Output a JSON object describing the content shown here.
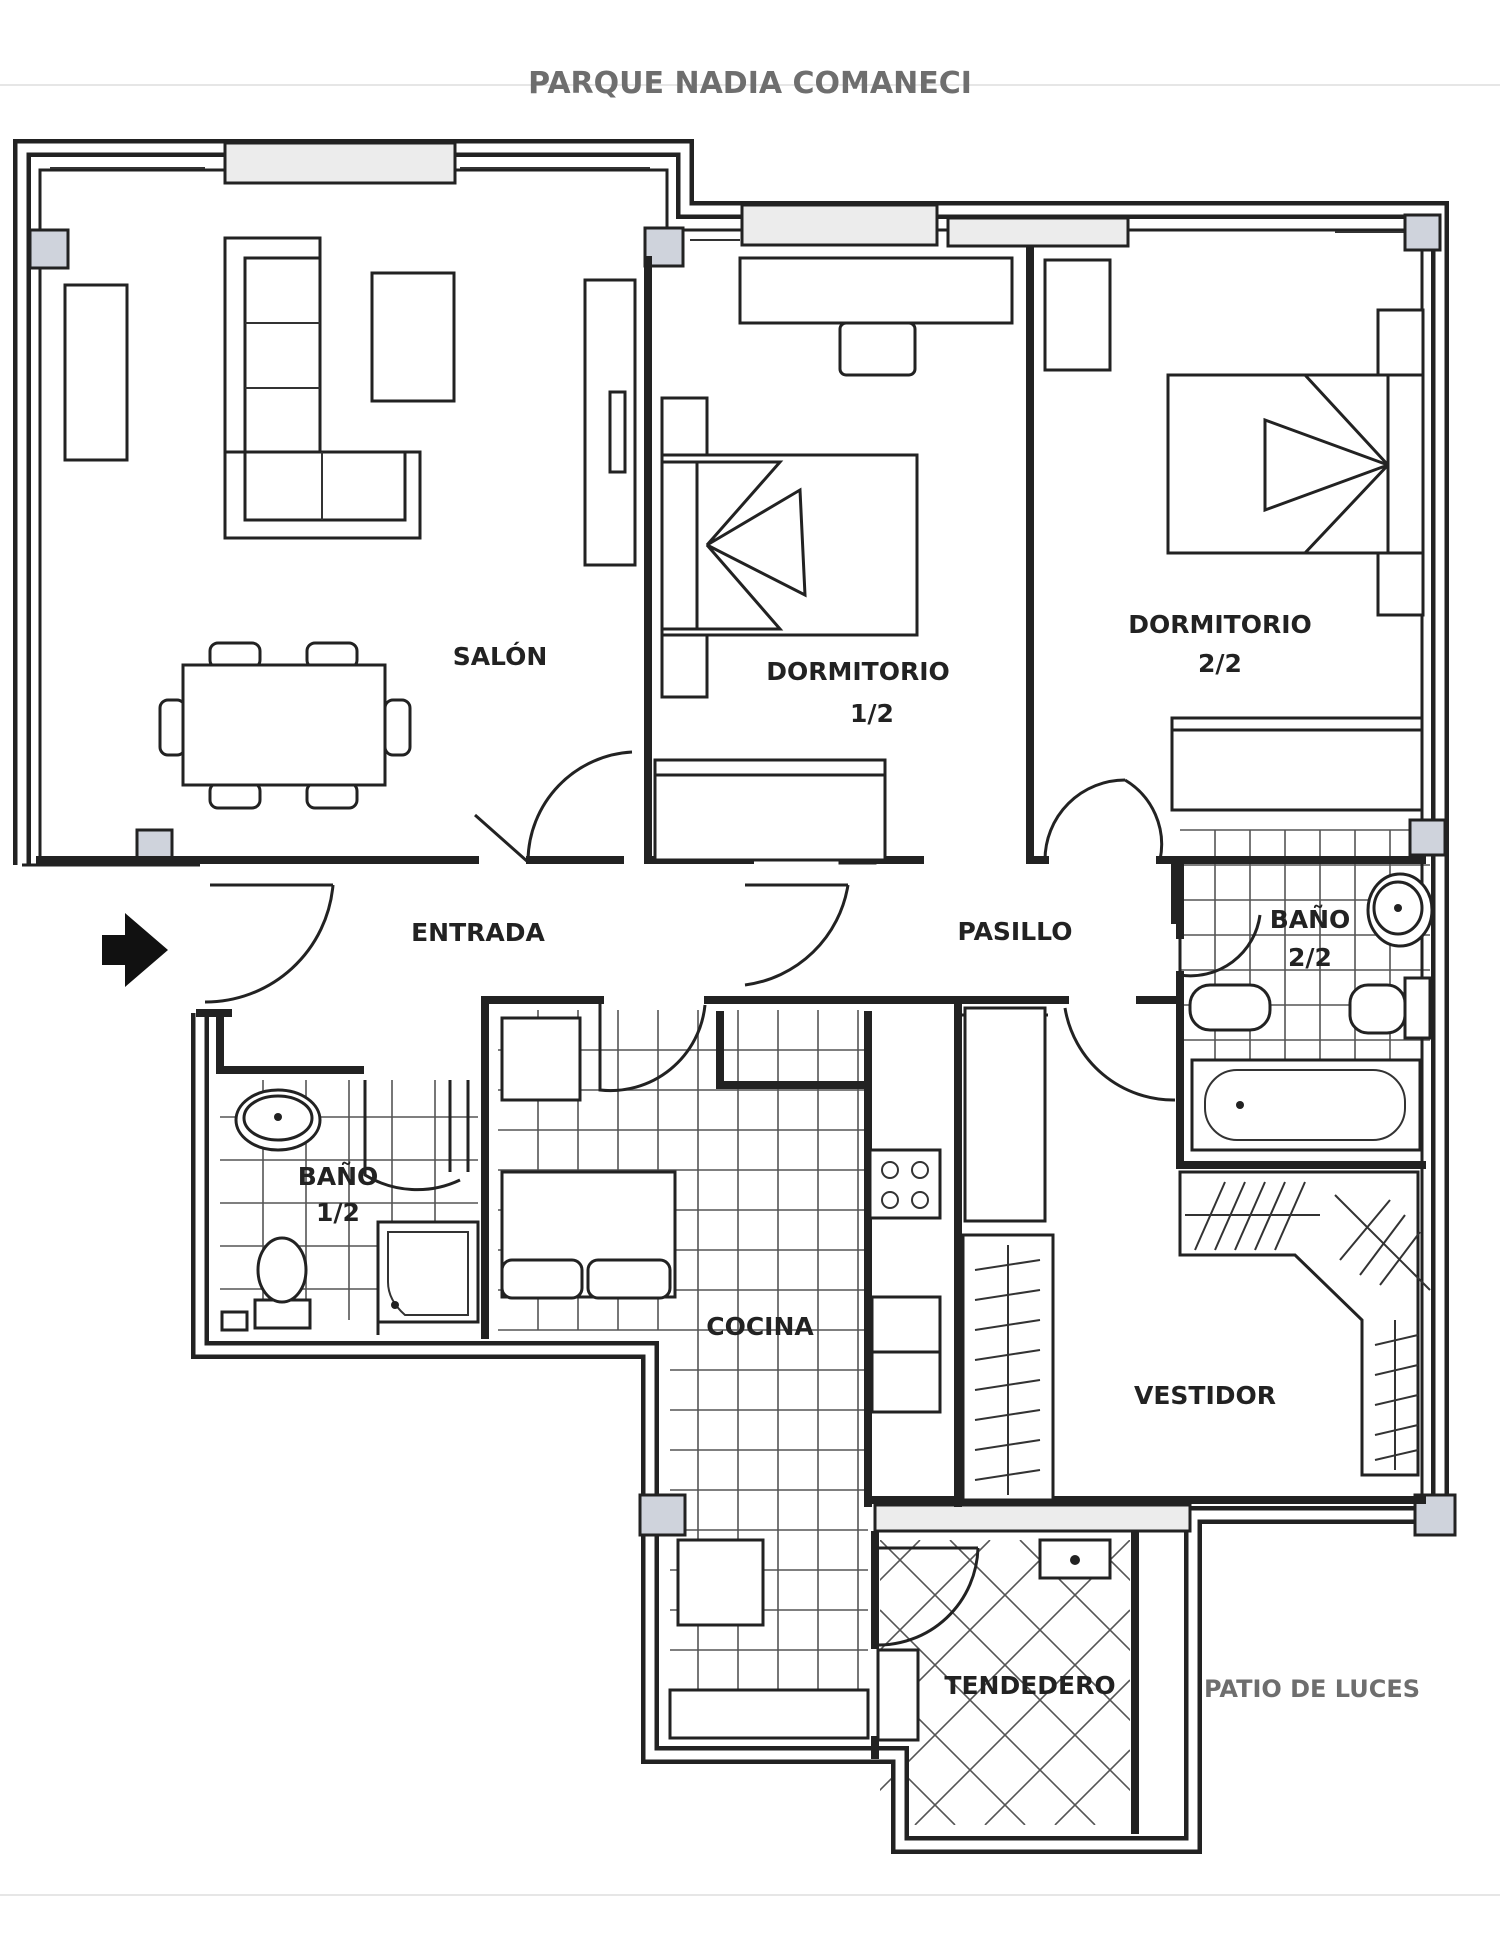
{
  "title": "PARQUE NADIA COMANECI",
  "outside_label": "PATIO DE LUCES",
  "rooms": {
    "salon": "SALÓN",
    "dormitorio1": [
      "DORMITORIO",
      "1/2"
    ],
    "dormitorio2": [
      "DORMITORIO",
      "2/2"
    ],
    "entrada": "ENTRADA",
    "pasillo": "PASILLO",
    "bano1": [
      "BAÑO",
      "1/2"
    ],
    "bano2": [
      "BAÑO",
      "2/2"
    ],
    "cocina": "COCINA",
    "vestidor": "VESTIDOR",
    "tendedero": "TENDEDERO"
  },
  "colors": {
    "ink": "#222222",
    "grey_text": "#6e6e6e",
    "pillar": "#cfd3dc"
  },
  "icons": {
    "entrance": "arrow-right-icon"
  }
}
